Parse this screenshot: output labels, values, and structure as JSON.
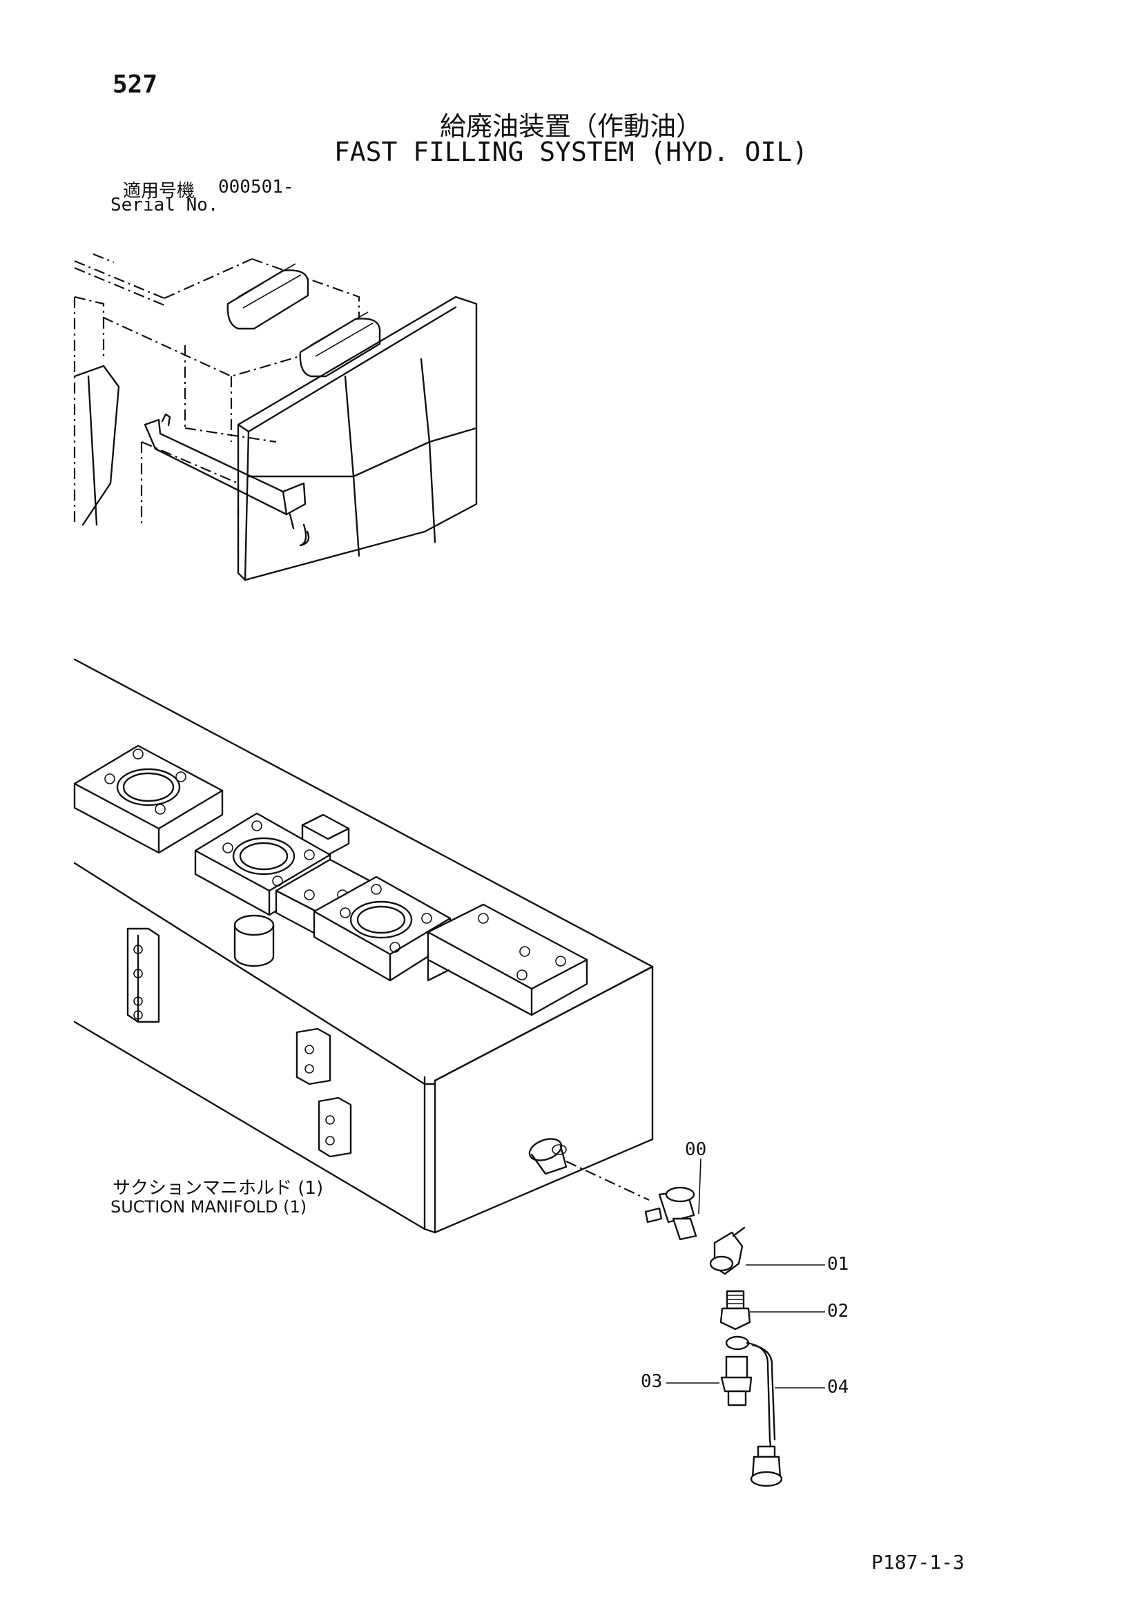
{
  "page": {
    "number": "527",
    "title_jp": "給廃油装置（作動油）",
    "title_en": "FAST FILLING SYSTEM (HYD. OIL)",
    "serial_jp": "適用号機",
    "serial_number": "000501-",
    "serial_en": "Serial No.",
    "drawing_code": "P187-1-3"
  },
  "labels": {
    "suction_manifold_jp": "サクションマニホルド (1)",
    "suction_manifold_en": "SUCTION MANIFOLD (1)"
  },
  "callouts": [
    "00",
    "01",
    "02",
    "03",
    "04"
  ]
}
